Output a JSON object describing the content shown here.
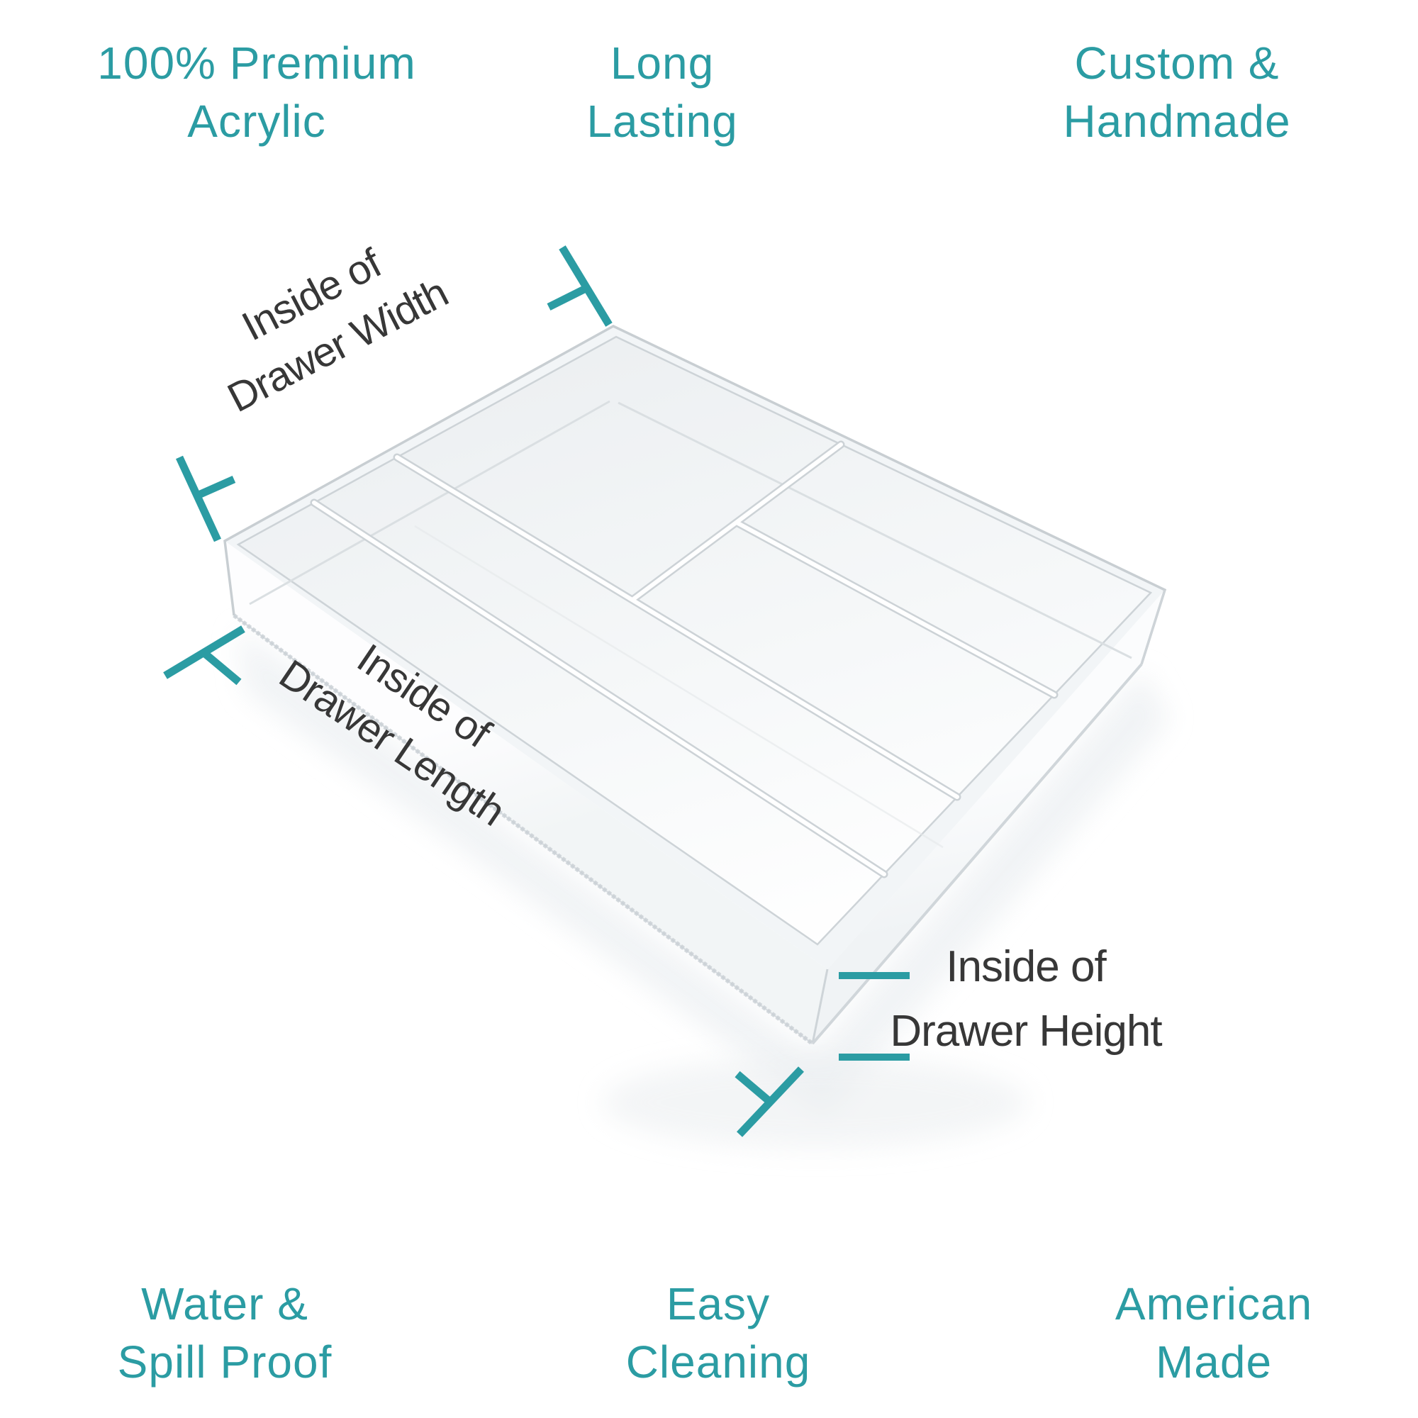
{
  "colors": {
    "teal": "#2B9CA3",
    "dim_text": "#373737",
    "background": "#ffffff"
  },
  "feature_labels": {
    "top_left": {
      "line1": "100% Premium",
      "line2": "Acrylic"
    },
    "top_center": {
      "line1": "Long",
      "line2": "Lasting"
    },
    "top_right": {
      "line1": "Custom &",
      "line2": "Handmade"
    },
    "bottom_left": {
      "line1": "Water &",
      "line2": "Spill Proof"
    },
    "bottom_center": {
      "line1": "Easy",
      "line2": "Cleaning"
    },
    "bottom_right": {
      "line1": "American",
      "line2": "Made"
    }
  },
  "dimension_labels": {
    "width": {
      "line1": "Inside of",
      "line2": "Drawer Width"
    },
    "length": {
      "line1": "Inside of",
      "line2": "Drawer Length"
    },
    "height": {
      "line1": "Inside of",
      "line2": "Drawer Height"
    }
  }
}
